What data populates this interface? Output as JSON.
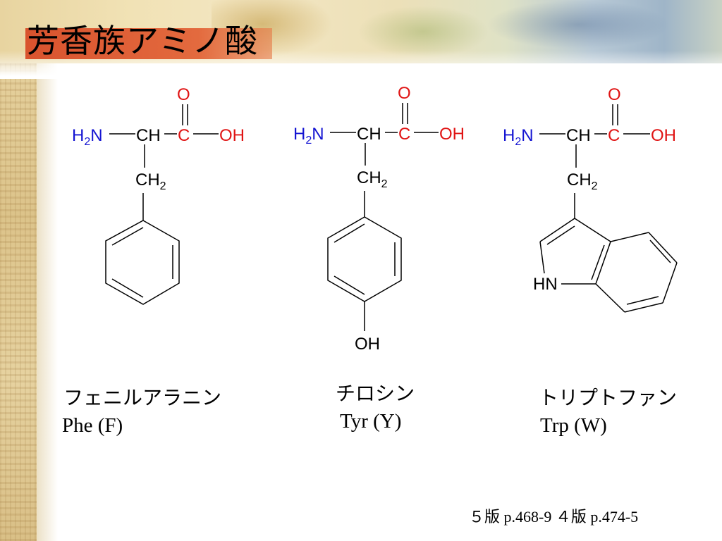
{
  "slide": {
    "title": "芳香族アミノ酸",
    "reference": "５版 p.468-9  ４版  p.474-5"
  },
  "amino_acids": [
    {
      "name_ja": "フェニルアラニン",
      "code": "Phe (F)"
    },
    {
      "name_ja": "チロシン",
      "code": "Tyr (Y)"
    },
    {
      "name_ja": "トリプトファン",
      "code": "Trp (W)"
    }
  ],
  "labels": {
    "amine_H": "H",
    "amine_sub": "2",
    "amine_N": "N",
    "alpha": "CH",
    "carbonyl_C": "C",
    "carbonyl_O": "O",
    "hydroxyl": "OH",
    "methylene": "CH",
    "methylene_sub": "2",
    "phenol_oh": "OH",
    "indole_nh": "HN"
  },
  "colors": {
    "amine": "#1414d2",
    "carboxyl": "#e01414",
    "title_bar": "#d9532e"
  }
}
